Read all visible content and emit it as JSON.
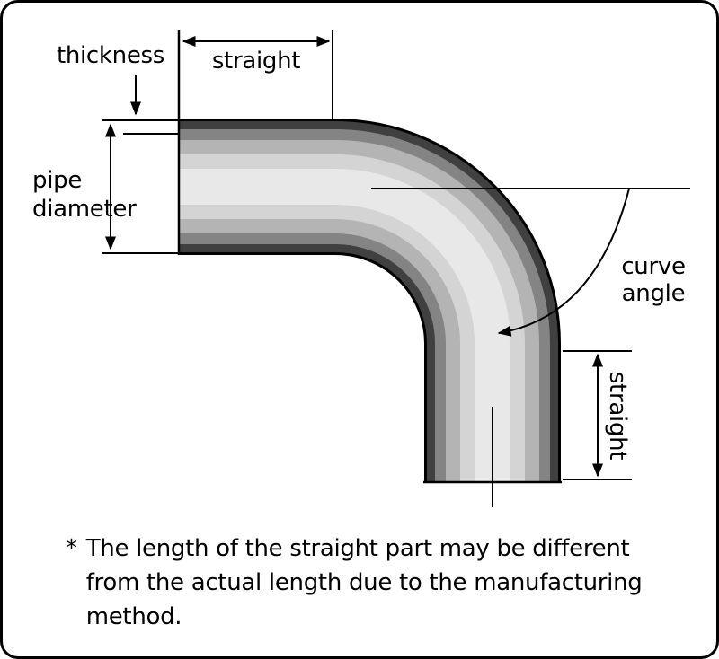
{
  "colors": {
    "background": "#ffffff",
    "line": "#000000",
    "pipe_shades": [
      "#000000",
      "#404040",
      "#848484",
      "#b4b4b4",
      "#d4d4d4",
      "#e8e8e8"
    ]
  },
  "labels": {
    "thickness": "thickness",
    "straight_top": "straight",
    "pipe_diameter": [
      "pipe",
      "diameter"
    ],
    "curve_angle": [
      "curve",
      "angle"
    ],
    "straight_right": "straight"
  },
  "footnote": {
    "bullet": "*",
    "lines": [
      "The length of the straight part may be different",
      "from the actual length due to the manufacturing",
      "method."
    ]
  }
}
